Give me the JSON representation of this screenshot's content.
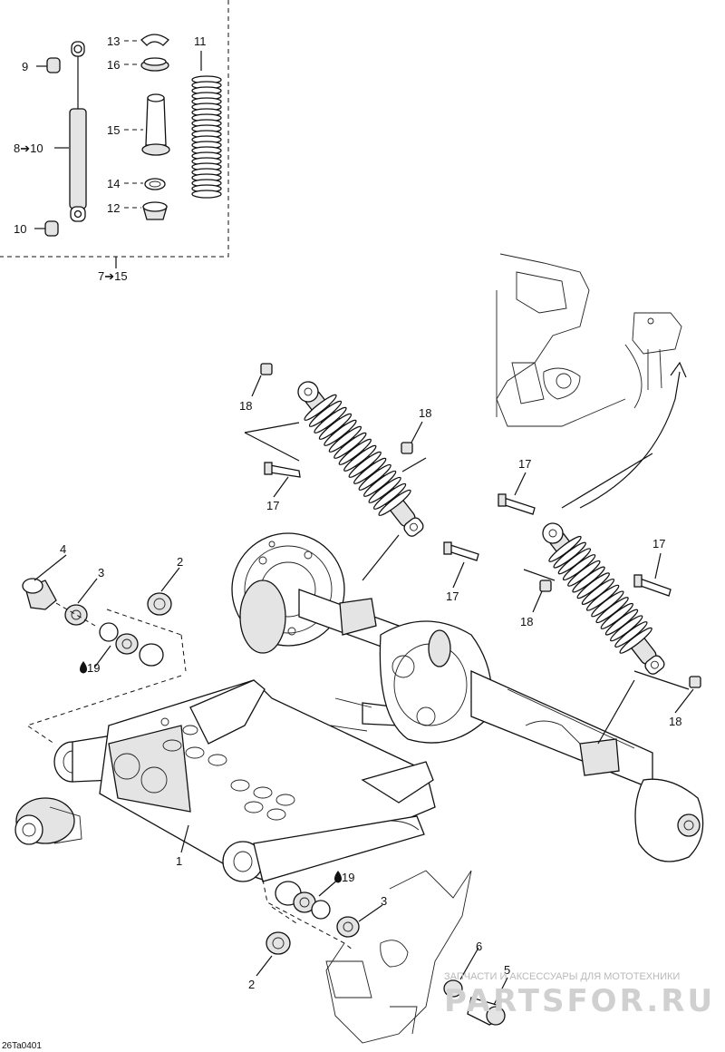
{
  "diagram": {
    "callouts": {
      "c1": "1",
      "c2a": "2",
      "c2b": "2",
      "c3a": "3",
      "c3b": "3",
      "c4": "4",
      "c5": "5",
      "c6": "6",
      "c7_15": "7➔15",
      "c8_10": "8➔10",
      "c9": "9",
      "c10": "10",
      "c11": "11",
      "c12": "12",
      "c13": "13",
      "c14": "14",
      "c15": "15",
      "c16": "16",
      "c17a": "17",
      "c17b": "17",
      "c17c": "17",
      "c17d": "17",
      "c18a": "18",
      "c18b": "18",
      "c18c": "18",
      "c18d": "18",
      "c19a": "19",
      "c19b": "19"
    },
    "figure_code": "26Ta0401",
    "watermark_text": "ЗАПЧАСТИ И АКСЕССУАРЫ ДЛЯ МОТОТЕХНИКИ",
    "watermark_logo": "PARTSFOR.RU",
    "icons": {
      "oil": "oil-drop-icon"
    }
  }
}
